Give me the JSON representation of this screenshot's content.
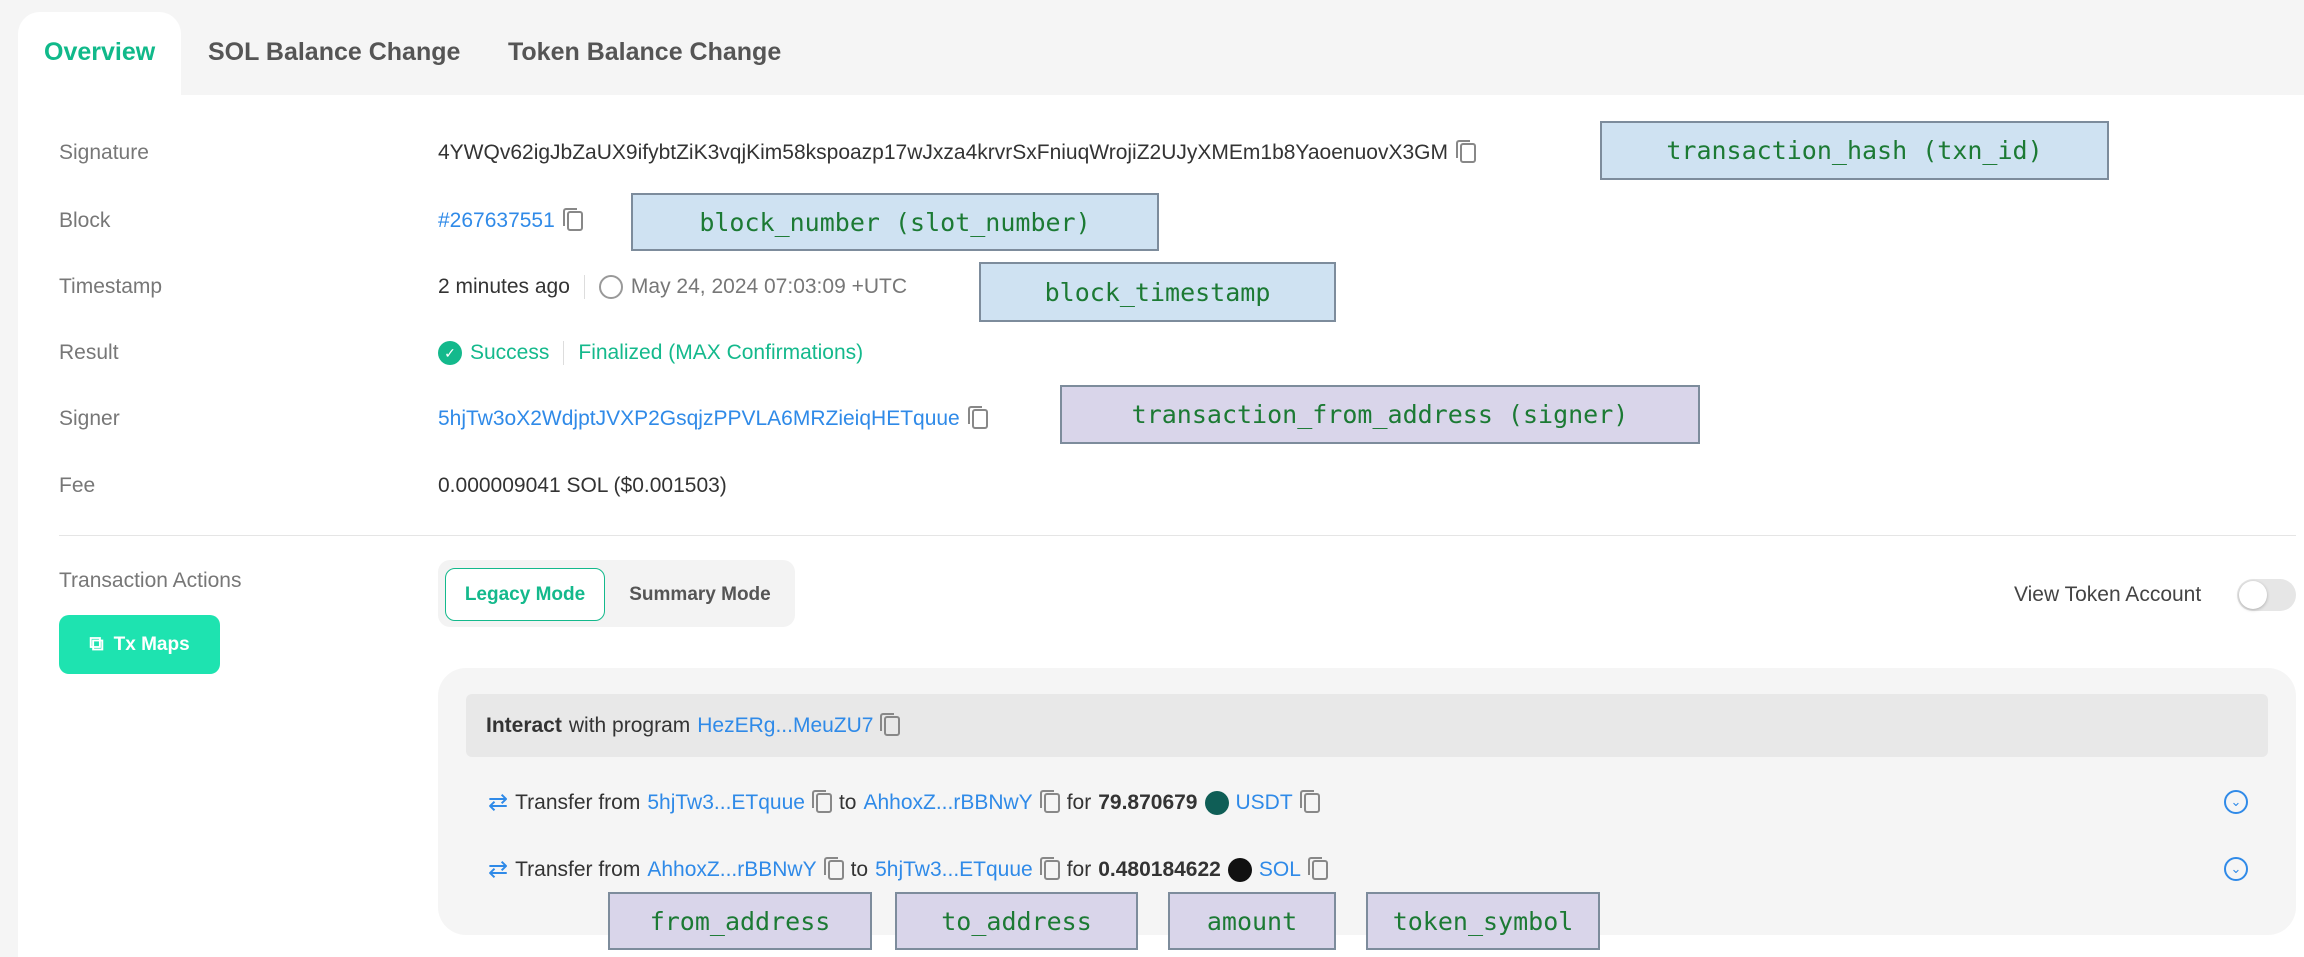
{
  "tabs": [
    "Overview",
    "SOL Balance Change",
    "Token Balance Change"
  ],
  "fields": {
    "signature": {
      "label": "Signature",
      "value": "4YWQv62igJbZaUX9ifybtZiK3vqjKim58kspoazp17wJxza4krvrSxFniuqWrojiZ2UJyXMEm1b8YaoenuovX3GM"
    },
    "block": {
      "label": "Block",
      "value": "#267637551"
    },
    "timestamp": {
      "label": "Timestamp",
      "relative": "2 minutes ago",
      "absolute": "May 24, 2024 07:03:09 +UTC"
    },
    "result": {
      "label": "Result",
      "status": "Success",
      "finality": "Finalized (MAX Confirmations)"
    },
    "signer": {
      "label": "Signer",
      "value": "5hjTw3oX2WdjptJVXP2GsqjzPPVLA6MRZieiqHETquue"
    },
    "fee": {
      "label": "Fee",
      "value": "0.000009041 SOL ($0.001503)"
    }
  },
  "actions": {
    "label": "Transaction Actions",
    "tx_maps": "Tx Maps",
    "legacy_mode": "Legacy Mode",
    "summary_mode": "Summary Mode",
    "view_token_account": "View Token Account",
    "view_token_account_on": false
  },
  "interact": {
    "bold": "Interact",
    "text": "with program",
    "program": "HezERg...MeuZU7"
  },
  "transfers": [
    {
      "prefix": "Transfer from",
      "from": "5hjTw3...ETquue",
      "to_word": "to",
      "to": "AhhoxZ...rBBNwY",
      "for_word": "for",
      "amount": "79.870679",
      "token": "USDT"
    },
    {
      "prefix": "Transfer from",
      "from": "AhhoxZ...rBBNwY",
      "to_word": "to",
      "to": "5hjTw3...ETquue",
      "for_word": "for",
      "amount": "0.480184622",
      "token": "SOL"
    }
  ],
  "annotations": {
    "hash": "transaction_hash (txn_id)",
    "block": "block_number (slot_number)",
    "timestamp": "block_timestamp",
    "signer": "transaction_from_address (signer)",
    "from": "from_address",
    "to": "to_address",
    "amount": "amount",
    "token": "token_symbol"
  },
  "colors": {
    "accent": "#14b98c",
    "link": "#2f8ae8",
    "tx_maps_bg": "#1ee3b0"
  }
}
